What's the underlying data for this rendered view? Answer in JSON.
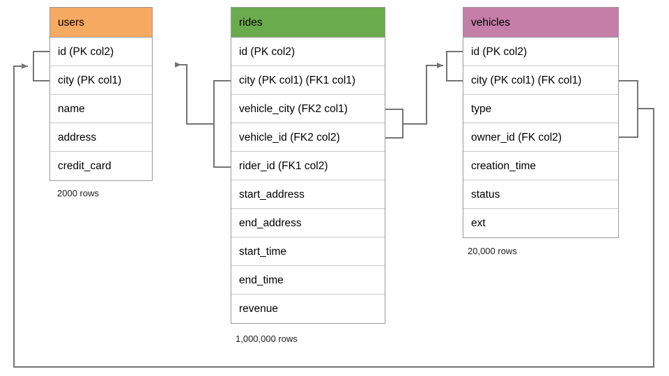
{
  "diagram": {
    "title": "database-schema-er-diagram",
    "line_color": "#737373",
    "border_color": "#9a9a9a",
    "divider_color": "#c8c8c8"
  },
  "tables": [
    {
      "id": "users",
      "name": "users",
      "header_color": "#f5a961",
      "row_count": "2000 rows",
      "fields": [
        "id (PK col2)",
        "city (PK col1)",
        "name",
        "address",
        "credit_card"
      ]
    },
    {
      "id": "rides",
      "name": "rides",
      "header_color": "#6aab4d",
      "row_count": "1,000,000 rows",
      "fields": [
        "id (PK col2)",
        "city (PK col1) (FK1 col1)",
        "vehicle_city (FK2 col1)",
        "vehicle_id (FK2 col2)",
        "rider_id (FK1 col2)",
        "start_address",
        "end_address",
        "start_time",
        "end_time",
        "revenue"
      ]
    },
    {
      "id": "vehicles",
      "name": "vehicles",
      "header_color": "#c47ea8",
      "row_count": "20,000 rows",
      "fields": [
        "id (PK col2)",
        "city (PK col1) (FK col1)",
        "type",
        "owner_id (FK col2)",
        "creation_time",
        "status",
        "ext"
      ]
    }
  ],
  "relationships": [
    {
      "id": "fk1-rides-users",
      "from_table": "rides",
      "from_fields": [
        "city (PK col1) (FK1 col1)",
        "rider_id (FK1 col2)"
      ],
      "to_table": "users",
      "to_fields": [
        "id (PK col2)",
        "city (PK col1)"
      ]
    },
    {
      "id": "fk2-rides-vehicles",
      "from_table": "rides",
      "from_fields": [
        "vehicle_city (FK2 col1)",
        "vehicle_id (FK2 col2)"
      ],
      "to_table": "vehicles",
      "to_fields": [
        "id (PK col2)",
        "city (PK col1) (FK col1)"
      ]
    },
    {
      "id": "fk-vehicles-users",
      "from_table": "vehicles",
      "from_fields": [
        "city (PK col1) (FK col1)",
        "owner_id (FK col2)"
      ],
      "to_table": "users",
      "to_fields": [
        "id (PK col2)",
        "city (PK col1)"
      ]
    }
  ]
}
